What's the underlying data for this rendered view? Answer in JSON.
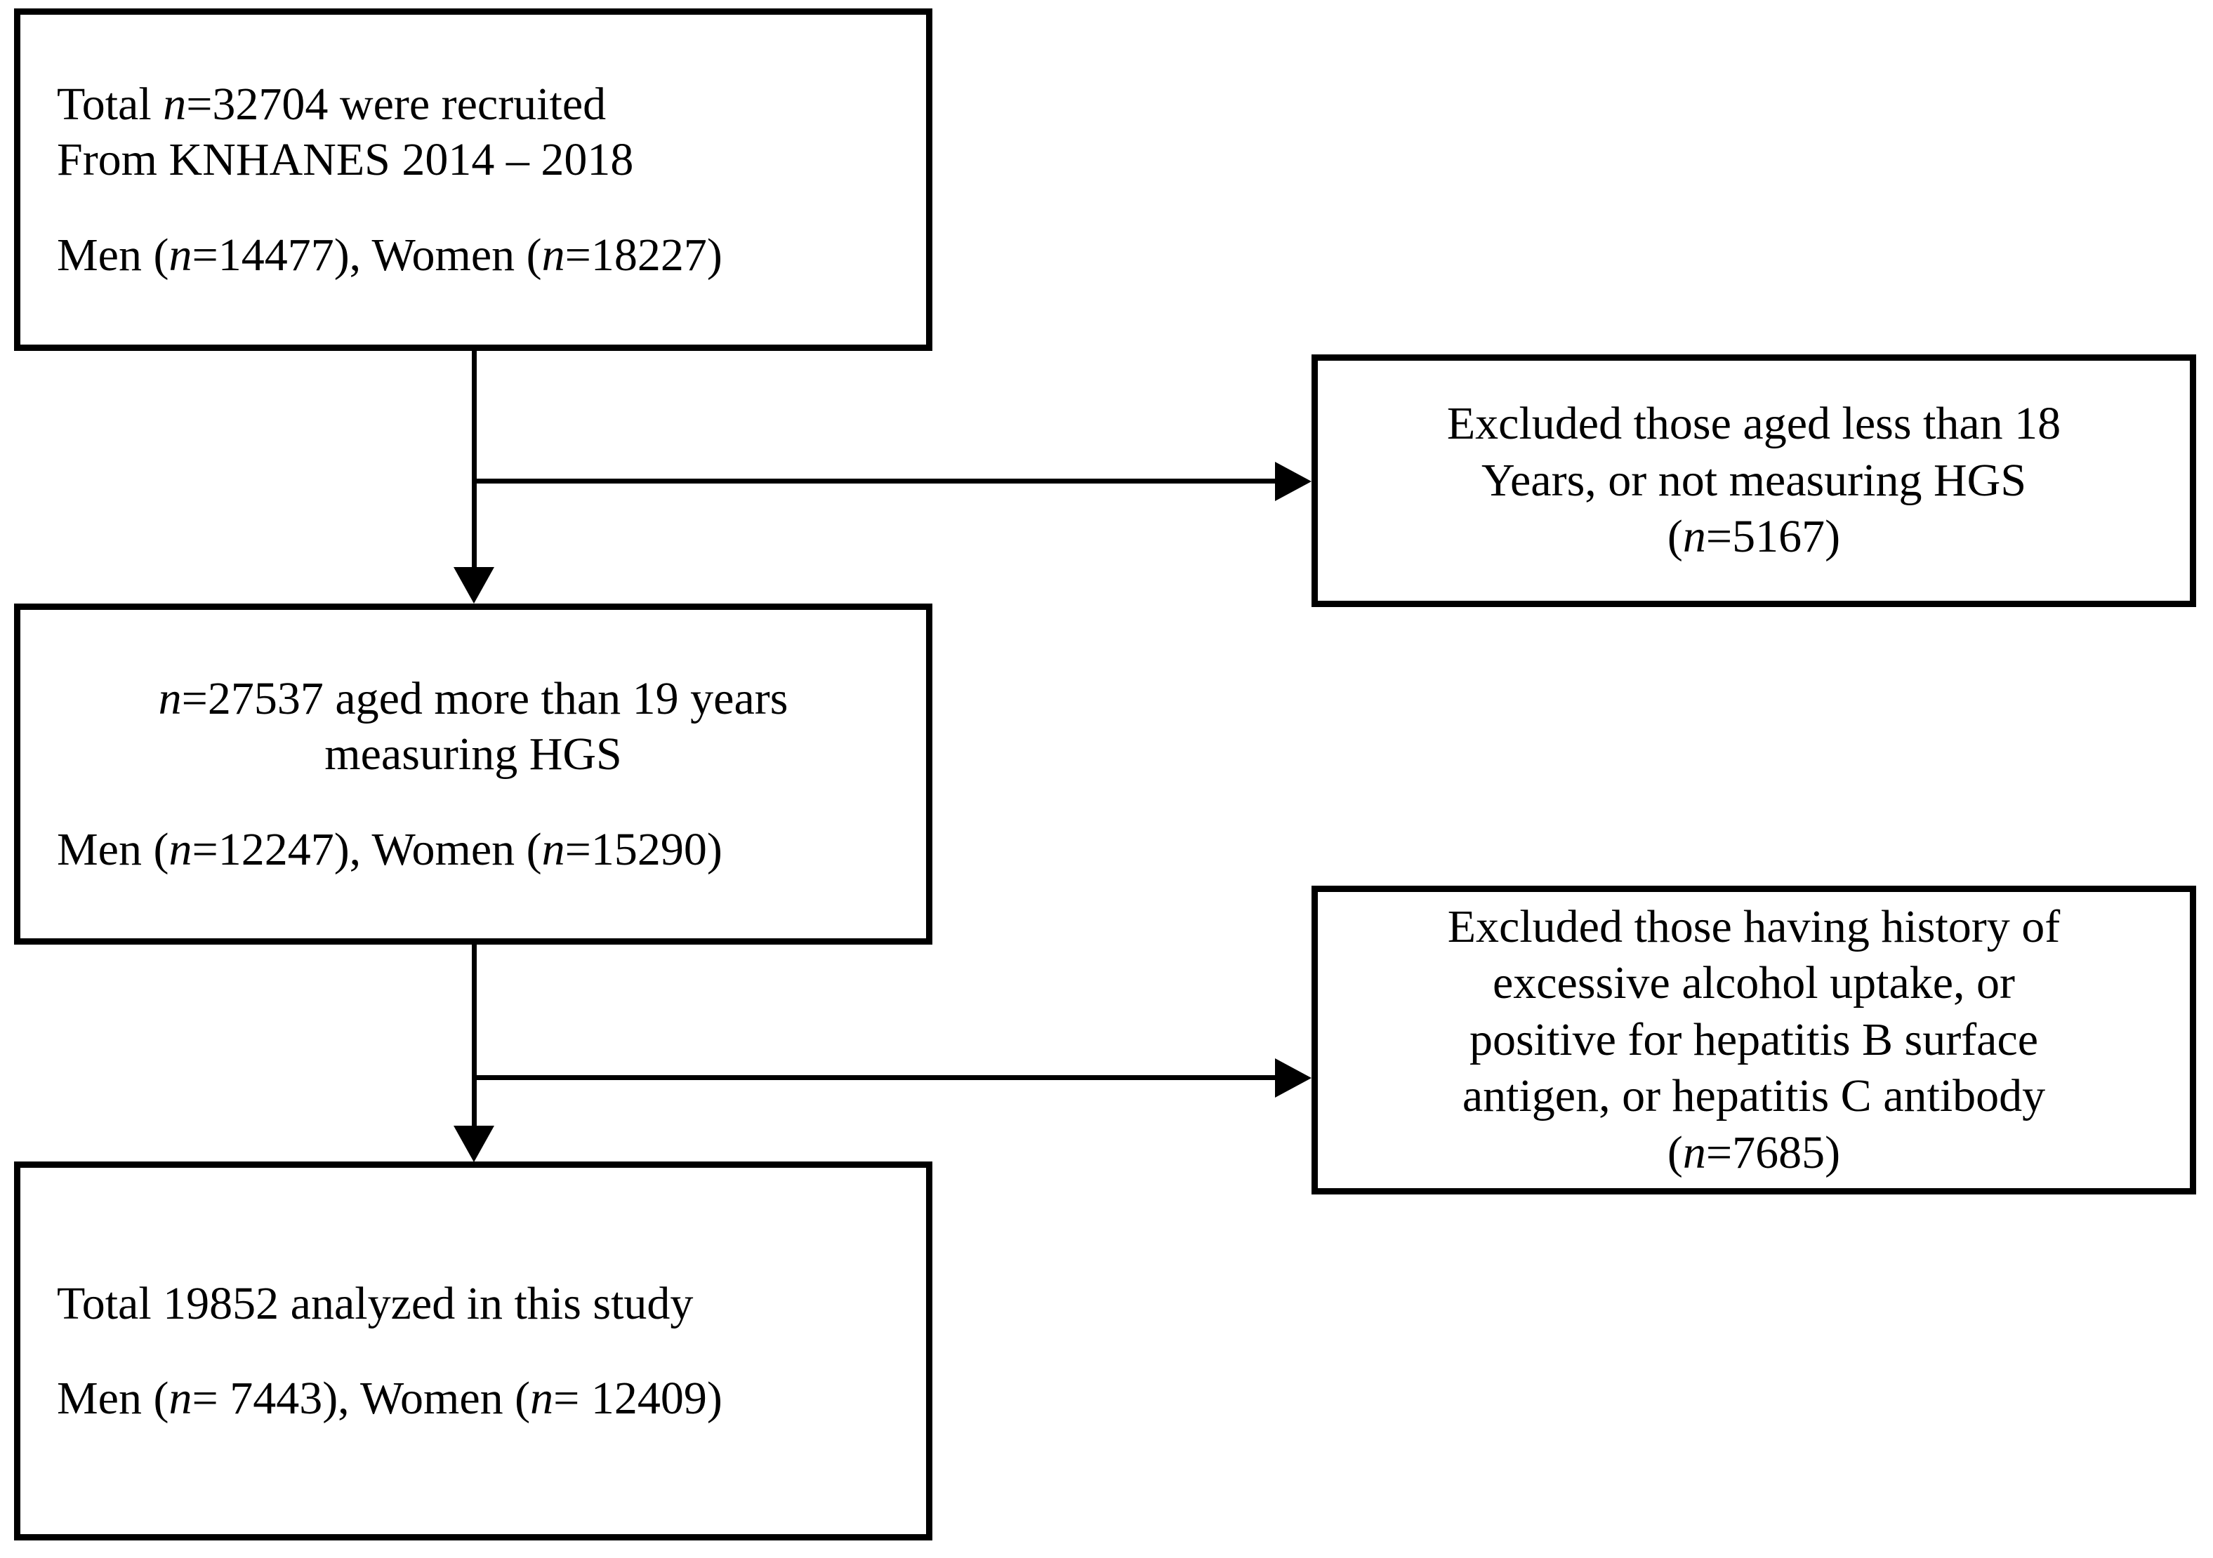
{
  "diagram": {
    "type": "study-participant-flowchart",
    "background_color": "#ffffff",
    "line_color": "#000000",
    "text_color": "#000000"
  },
  "nodes": {
    "total_recruited": {
      "line1_prefix": "Total ",
      "line1_n": "n",
      "line1_suffix": "=32704 were recruited",
      "line2": "From KNHANES 2014 – 2018",
      "line3_men_prefix": "Men (",
      "line3_men_n": "n",
      "line3_men_suffix": "=14477), Women (",
      "line3_women_n": "n",
      "line3_women_suffix": "=18227)"
    },
    "aged_more_than_19": {
      "line1_n": "n",
      "line1_suffix": "=27537 aged more than 19 years",
      "line2": "measuring HGS",
      "line3_men_prefix": "Men (",
      "line3_men_n": "n",
      "line3_men_suffix": "=12247), Women (",
      "line3_women_n": "n",
      "line3_women_suffix": "=15290)"
    },
    "analyzed": {
      "line1": "Total 19852 analyzed in this study",
      "line2_men_prefix": "Men (",
      "line2_men_n": "n",
      "line2_men_suffix": "= 7443), Women  (",
      "line2_women_n": "n",
      "line2_women_suffix": "= 12409)"
    },
    "excluded_age_hgs": {
      "line1": "Excluded those aged less than 18",
      "line2": "Years, or not measuring HGS",
      "line3_open": "(",
      "line3_n": "n",
      "line3_close": "=5167)"
    },
    "excluded_alcohol_hepatitis": {
      "line1": "Excluded those having history of",
      "line2": "excessive alcohol uptake, or",
      "line3": "positive for hepatitis B surface",
      "line4": "antigen, or hepatitis C antibody",
      "line5_open": "(",
      "line5_n": "n",
      "line5_close": "=7685)"
    }
  },
  "connectors": [
    {
      "id": "total-to-aged",
      "from": "total_recruited",
      "to": "aged_more_than_19",
      "branch_to": "excluded_age_hgs",
      "arrowhead": "solid-triangle"
    },
    {
      "id": "aged-to-analyzed",
      "from": "aged_more_than_19",
      "to": "analyzed",
      "branch_to": "excluded_alcohol_hepatitis",
      "arrowhead": "solid-triangle"
    }
  ]
}
